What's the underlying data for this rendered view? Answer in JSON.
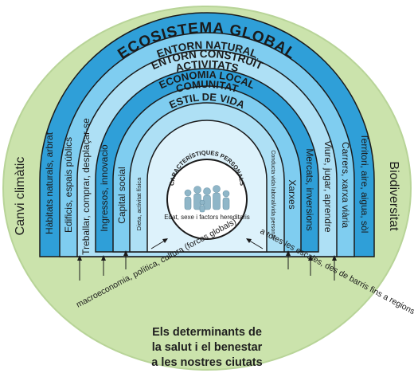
{
  "title": "ECOSISTEMA GLOBAL",
  "outer_left": "Canvi climàtic",
  "outer_right": "Biodiversitat",
  "bands": [
    {
      "title": "ENTORN NATURAL",
      "left": "Hàbitats naturals, arbrat",
      "right": "Territori, aire, aigua, sòl"
    },
    {
      "title": "ENTORN CONSTRUÏT",
      "left": "Edificis, espais públics",
      "right": "Carrers, xarxa viària"
    },
    {
      "title": "ACTIVITATS",
      "left": "Treballar, comprar, desplaçar-se",
      "right": "Viure, jugar, aprendre"
    },
    {
      "title": "ECONOMIA LOCAL",
      "left": "Ingressos, innovació",
      "right": "Mercats, inversions"
    },
    {
      "title": "COMUNITAT",
      "left": "Capital social",
      "right": "Xarxes"
    },
    {
      "title": "ESTIL DE VIDA",
      "left": "Dieta, activitat física",
      "right": "Conducta vida laboral/vida personal"
    }
  ],
  "center": {
    "top": "CARACTERÍSTIQUES PERSONALS",
    "bottom": "Edat, sexe i factors hereditaris",
    "icon": "people-group-icon"
  },
  "annotations": {
    "left": "macroeconomia, política, cultura (forces globals)",
    "right": "a totes les escales, des de barris fins a regions"
  },
  "footer": [
    "Els determinants de",
    "la salut i el benestar",
    "a les nostres ciutats"
  ],
  "colors": {
    "outer": "#cbe3ac",
    "bands_dark": "#2f9fd8",
    "bands_mid": "#7fcdf0",
    "bands_light": "#aee0f5",
    "inner": "#ddf2fb",
    "stroke": "#1b1b1b"
  }
}
